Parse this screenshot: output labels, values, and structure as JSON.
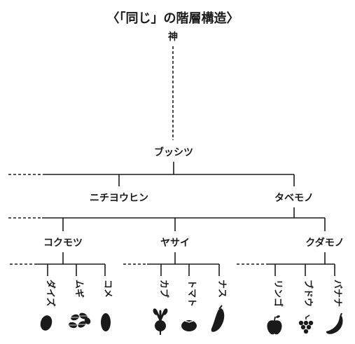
{
  "title": "〈「同じ」の階層構造〉",
  "root": "神",
  "level1": "ブッシツ",
  "level2": {
    "left": "ニチヨウヒン",
    "right": "タベモノ"
  },
  "level3": [
    {
      "label": "コクモツ",
      "items": [
        {
          "label": "ダイズ",
          "icon": "soybean-icon"
        },
        {
          "label": "ムギ",
          "icon": "wheat-grains-icon"
        },
        {
          "label": "コメ",
          "icon": "rice-grain-icon"
        }
      ]
    },
    {
      "label": "ヤサイ",
      "items": [
        {
          "label": "カブ",
          "icon": "turnip-icon"
        },
        {
          "label": "トマト",
          "icon": "tomato-icon"
        },
        {
          "label": "ナス",
          "icon": "eggplant-icon"
        }
      ]
    },
    {
      "label": "クダモノ",
      "items": [
        {
          "label": "リンゴ",
          "icon": "apple-icon"
        },
        {
          "label": "ブドウ",
          "icon": "grapes-icon"
        },
        {
          "label": "バナナ",
          "icon": "banana-icon"
        }
      ]
    }
  ]
}
